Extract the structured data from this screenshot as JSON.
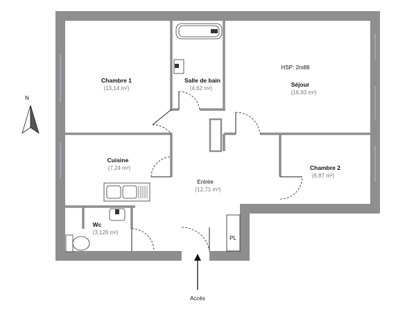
{
  "plan": {
    "rooms": [
      {
        "name": "Chambre 1",
        "area": "(13,14 m²)"
      },
      {
        "name": "Salle de bain",
        "area": "(4,62 m²)"
      },
      {
        "name": "Séjour",
        "area": "(16,93 m²)",
        "note": "HSP: 2m88"
      },
      {
        "name": "Cuisine",
        "area": "(7,24 m²)"
      },
      {
        "name": "Entrée",
        "area": "(12,71 m²)"
      },
      {
        "name": "Chambre 2",
        "area": "(6,87 m²)"
      },
      {
        "name": "Wc",
        "area": "(3,128 m²)"
      }
    ],
    "pl_label": "PL",
    "north_label": "N",
    "access_label": "Accès"
  },
  "colors": {
    "wall": "#8e8e8e",
    "background": "#ffffff"
  }
}
